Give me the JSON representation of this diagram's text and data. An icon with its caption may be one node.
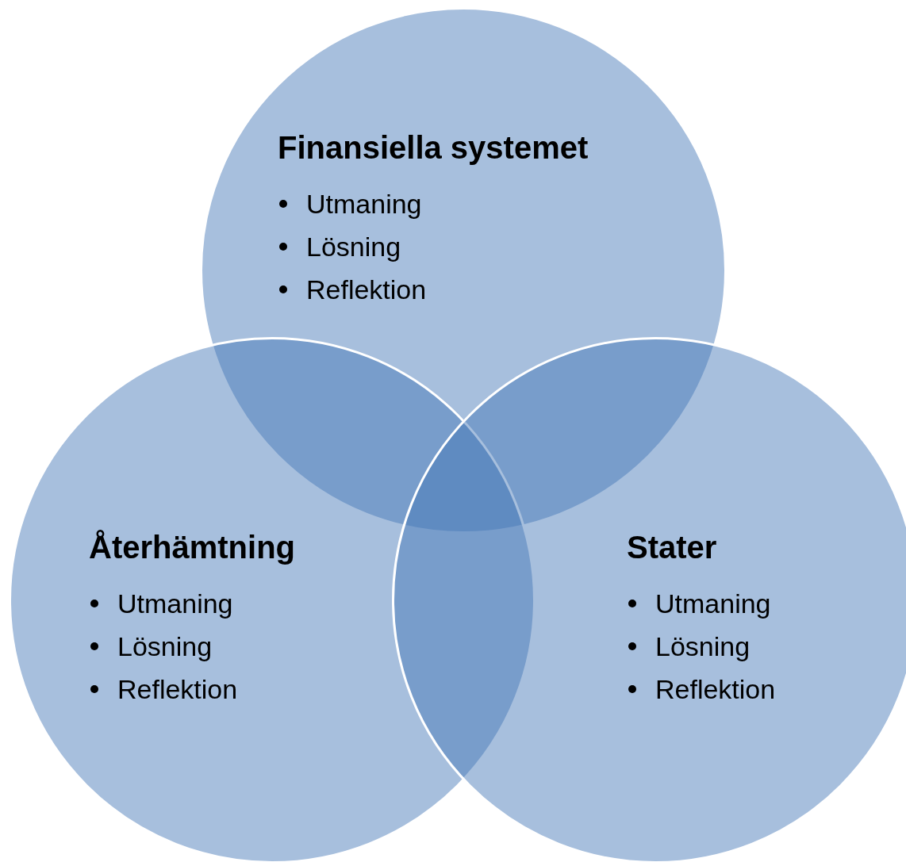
{
  "diagram": {
    "nodes": [
      {
        "text": [
          "Finansiella systemet",
          "Utmaning",
          "Lösning",
          "Reflektion"
        ]
      },
      {
        "text": [
          "Återhämtning",
          "Utmaning",
          "Lösning",
          "Reflektion"
        ]
      },
      {
        "text": [
          "Stater",
          "Utmaning",
          "Lösning",
          "Reflektion"
        ]
      }
    ]
  }
}
